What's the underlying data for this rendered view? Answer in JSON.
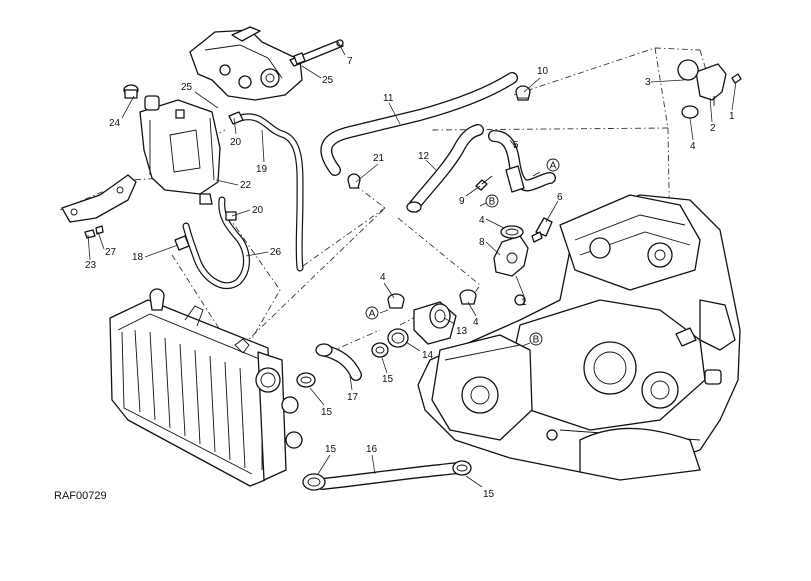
{
  "reference_code": "RAF00729",
  "callouts": {
    "c1a": "1",
    "c1b": "1",
    "c2": "2",
    "c3": "3",
    "c4a": "4",
    "c4b": "4",
    "c4c": "4",
    "c4d": "4",
    "c5": "5",
    "c6": "6",
    "c7": "7",
    "c8": "8",
    "c9": "9",
    "c10": "10",
    "c11": "11",
    "c12": "12",
    "c13": "13",
    "c14": "14",
    "c15a": "15",
    "c15b": "15",
    "c15c": "15",
    "c15d": "15",
    "c16": "16",
    "c17": "17",
    "c18": "18",
    "c19": "19",
    "c20a": "20",
    "c20b": "20",
    "c21": "21",
    "c22": "22",
    "c23": "23",
    "c24": "24",
    "c25a": "25",
    "c25b": "25",
    "c26": "26",
    "c27": "27"
  },
  "connection_marks": {
    "a1": "A",
    "a2": "A",
    "b1": "B",
    "b2": "B"
  }
}
